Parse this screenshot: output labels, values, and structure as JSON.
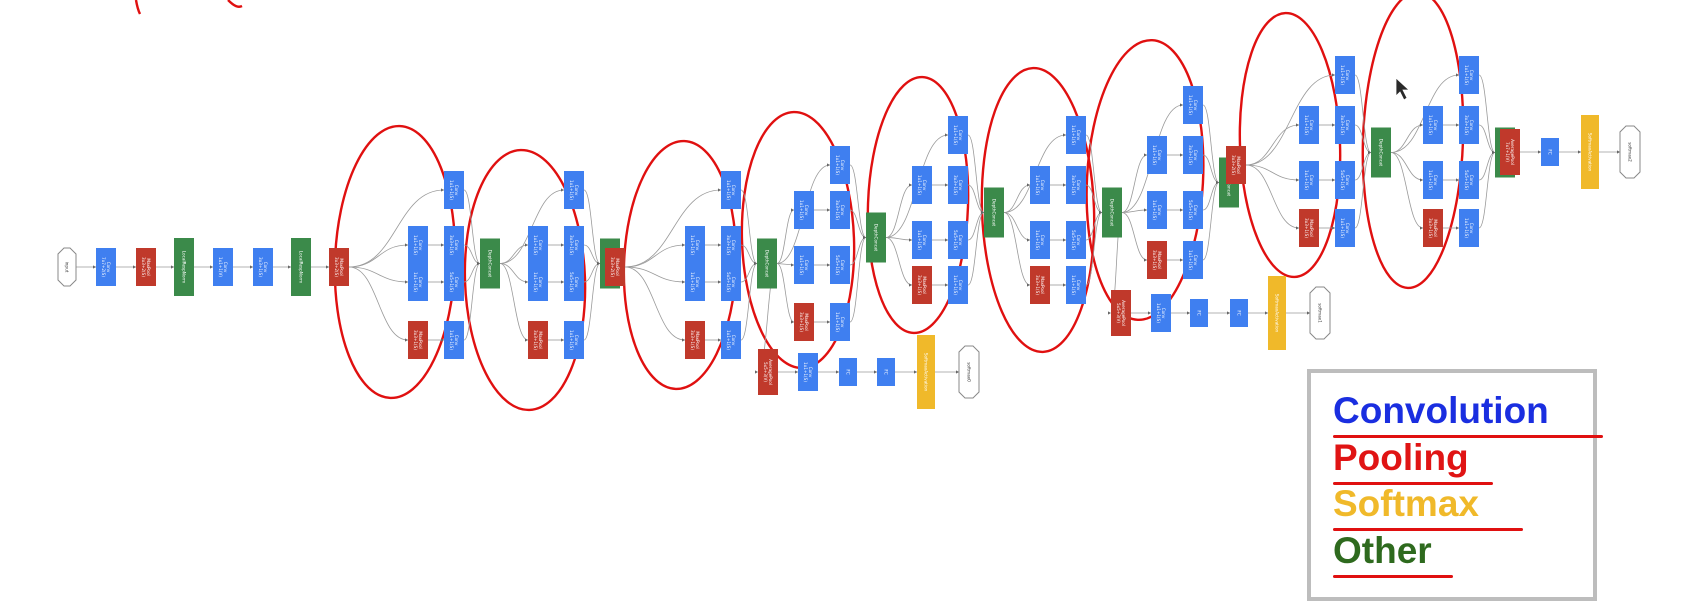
{
  "colors": {
    "convolution": "#3f7ff0",
    "pooling": "#c0392b",
    "softmax": "#f0b92a",
    "other": "#3b8a4a",
    "edge": "#9a9a9a",
    "annotation": "#e01010",
    "legend_convolution": "#1a2ee0",
    "legend_pooling": "#e01414",
    "legend_softmax": "#f0b92a",
    "legend_other": "#2e6a1e"
  },
  "legend": [
    {
      "label": "Convolution",
      "color_key": "legend_convolution"
    },
    {
      "label": "Pooling",
      "color_key": "legend_pooling"
    },
    {
      "label": "Softmax",
      "color_key": "legend_softmax"
    },
    {
      "label": "Other",
      "color_key": "legend_other"
    }
  ],
  "labels": {
    "input": "input",
    "conv7": "Conv\n7x7+2(S)",
    "maxpool_3x3_2s": "MaxPool\n3x3+2(S)",
    "maxpool_3x3_1s": "MaxPool\n3x3+1(S)",
    "lrn": "LocalRespNorm",
    "conv1x1v": "Conv\n1x1+1(V)",
    "conv3x3_1s": "Conv\n3x3+1(S)",
    "conv1x1s": "Conv\n1x1+1(S)",
    "conv5x5_1s": "Conv\n5x5+1(S)",
    "depthconcat": "DepthConcat",
    "avgpool_5x5": "AveragePool\n5x5+3(V)",
    "avgpool_7x7": "AveragePool\n7x7+1(V)",
    "fc": "FC",
    "softmax_act": "SoftmaxActivation",
    "softmax0": "softmax0",
    "softmax1": "softmax1",
    "softmax2": "softmax2"
  }
}
